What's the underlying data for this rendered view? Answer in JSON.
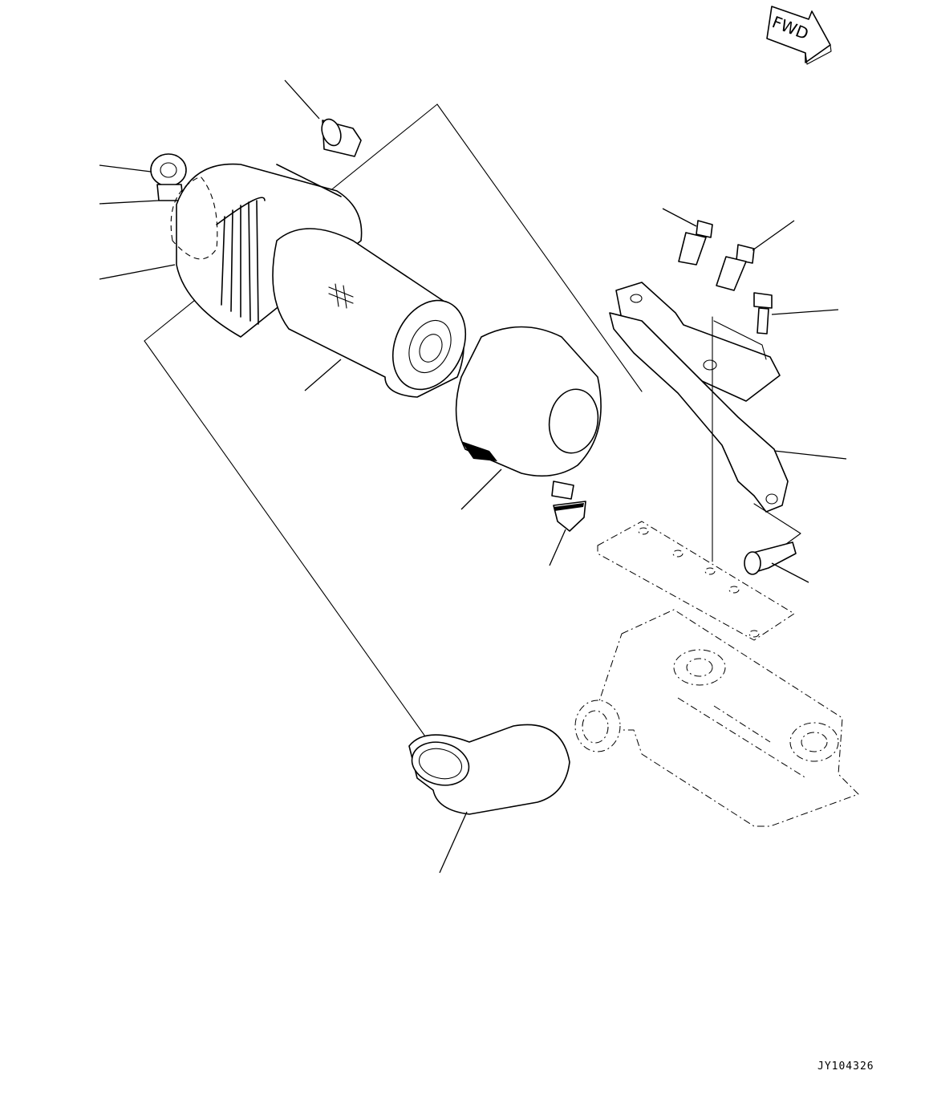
{
  "diagram": {
    "direction_badge": "FWD",
    "drawing_number": "JY104326",
    "colors": {
      "line": "#000000",
      "background": "#ffffff"
    },
    "parts": [
      "dust-cap",
      "cap-nut",
      "washer",
      "air-cleaner-body",
      "filter-element",
      "end-cover",
      "evacuator-valve",
      "bolt-left",
      "bolt-right",
      "mounting-bracket",
      "flange-bolt",
      "stay-plate",
      "banjo-bolt",
      "intake-hose",
      "valve-cover"
    ]
  }
}
